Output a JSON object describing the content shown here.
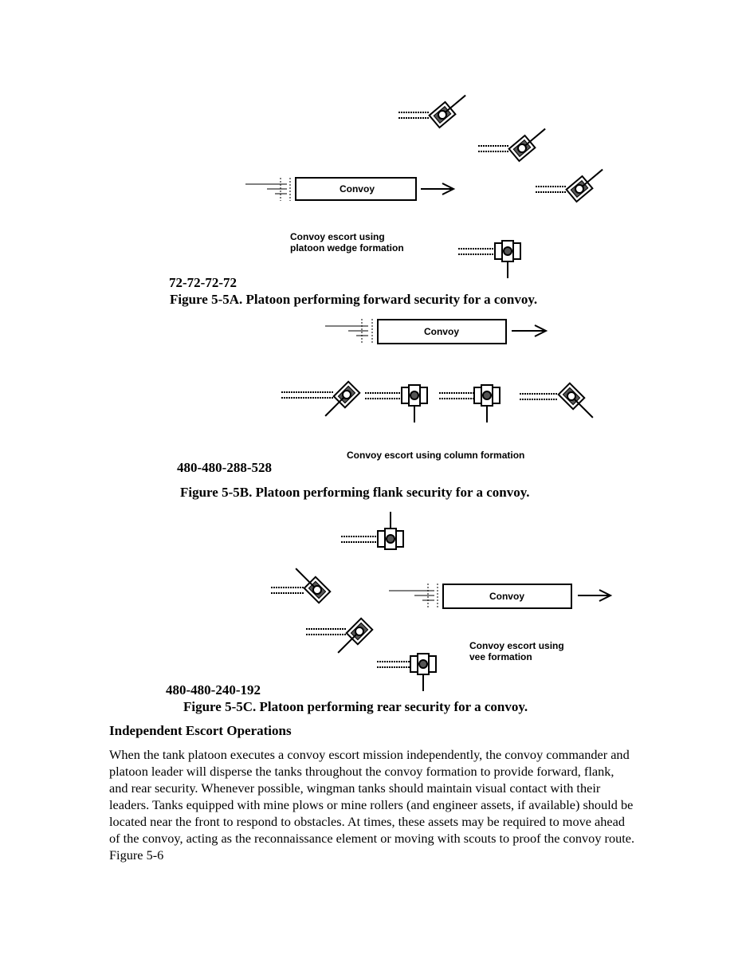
{
  "figure_a": {
    "convoy_label": "Convoy",
    "annotation_lines": [
      "Convoy escort using",
      "platoon wedge formation"
    ],
    "code": "72-72-72-72",
    "caption": "Figure 5-5A. Platoon performing forward security for a convoy."
  },
  "figure_b": {
    "convoy_label": "Convoy",
    "annotation": "Convoy escort using column formation",
    "code": "480-480-288-528",
    "caption": "Figure 5-5B. Platoon performing flank security for a convoy."
  },
  "figure_c": {
    "convoy_label": "Convoy",
    "annotation_lines": [
      "Convoy escort using",
      "vee formation"
    ],
    "code": "480-480-240-192",
    "caption": "Figure 5-5C. Platoon performing rear security for a convoy."
  },
  "section": {
    "heading": "Independent Escort Operations",
    "paragraph": "When the tank platoon executes a convoy escort mission independently, the convoy commander and platoon leader will disperse the tanks throughout the convoy formation to provide forward, flank, and rear security. Whenever possible, wingman tanks should maintain visual contact with their leaders. Tanks equipped with mine plows or mine rollers (and engineer assets, if available) should be located near the front to respond to obstacles. At times, these assets may be required to move ahead of the convoy, acting as the reconnaissance element or moving with scouts to proof the convoy route. Figure 5-6"
  }
}
